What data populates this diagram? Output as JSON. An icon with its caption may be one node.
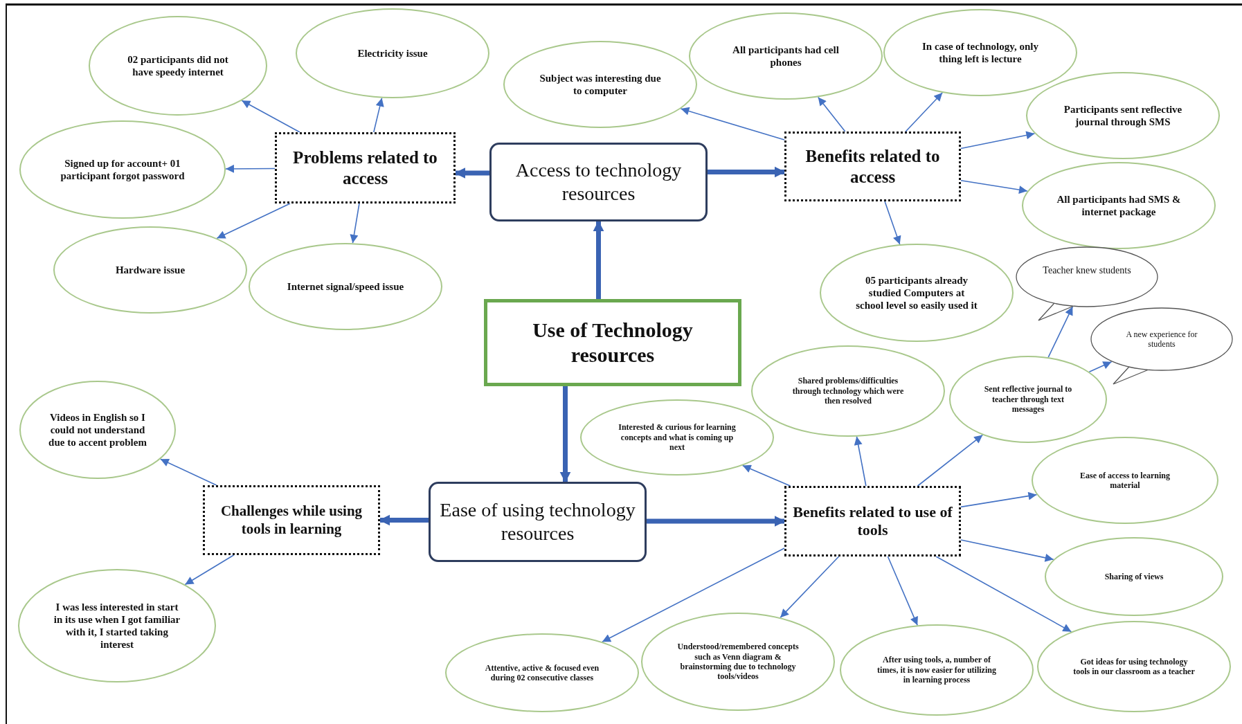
{
  "diagram": {
    "nodes": [
      {
        "text": [
          "Use of Technology resources"
        ]
      },
      {
        "text": [
          "Access to technology resources"
        ]
      },
      {
        "text": [
          "Problems related to access"
        ]
      },
      {
        "text": [
          "Benefits related to access"
        ]
      },
      {
        "text": [
          "Ease of using technology resources"
        ]
      },
      {
        "text": [
          "Challenges while using tools in learning"
        ]
      },
      {
        "text": [
          "Benefits related to use of tools"
        ]
      },
      {
        "text": [
          "02 participants did not have speedy internet"
        ]
      },
      {
        "text": [
          "Electricity issue"
        ]
      },
      {
        "text": [
          "Signed up for account+ 01 participant forgot password"
        ]
      },
      {
        "text": [
          "Hardware issue"
        ]
      },
      {
        "text": [
          "Internet signal/speed issue"
        ]
      },
      {
        "text": [
          "Subject was interesting due to computer"
        ]
      },
      {
        "text": [
          "All participants had cell phones"
        ]
      },
      {
        "text": [
          "In case of technology, only thing left is lecture"
        ]
      },
      {
        "text": [
          "Participants sent reflective journal through SMS"
        ]
      },
      {
        "text": [
          "All participants had SMS & internet package"
        ]
      },
      {
        "text": [
          "05 participants already studied Computers at school level so easily used it"
        ]
      },
      {
        "text": [
          "Teacher knew students"
        ]
      },
      {
        "text": [
          "A new experience for students"
        ]
      },
      {
        "text": [
          "Interested & curious for learning concepts and what is coming up next"
        ]
      },
      {
        "text": [
          "Shared problems/difficulties through technology which were then resolved"
        ]
      },
      {
        "text": [
          "Sent reflective journal to teacher through text messages"
        ]
      },
      {
        "text": [
          "Ease of access to learning material"
        ]
      },
      {
        "text": [
          "Sharing of views"
        ]
      },
      {
        "text": [
          "Attentive, active & focused even during 02 consecutive classes"
        ]
      },
      {
        "text": [
          "Understood/remembered concepts such as Venn diagram & brainstorming due to technology tools/videos"
        ]
      },
      {
        "text": [
          "After using tools, a, number of times, it is now easier for utilizing in learning process"
        ]
      },
      {
        "text": [
          "Got ideas for using technology tools in our classroom as a teacher"
        ]
      },
      {
        "text": [
          "Videos in English so I could not understand due to accent problem"
        ]
      },
      {
        "text": [
          "I was less interested in start in its use when I got familiar with it, I started taking interest"
        ]
      }
    ],
    "edges": [
      {
        "from": 0,
        "to": 1,
        "arrow": "to",
        "style": "thick"
      },
      {
        "from": 0,
        "to": 4,
        "arrow": "to",
        "style": "thick"
      },
      {
        "from": 1,
        "to": 2,
        "arrow": "to",
        "style": "thick"
      },
      {
        "from": 1,
        "to": 3,
        "arrow": "to",
        "style": "thick"
      },
      {
        "from": 4,
        "to": 5,
        "arrow": "to",
        "style": "thick"
      },
      {
        "from": 4,
        "to": 6,
        "arrow": "to",
        "style": "thick"
      },
      {
        "from": 2,
        "to": 7,
        "arrow": "to"
      },
      {
        "from": 2,
        "to": 8,
        "arrow": "to"
      },
      {
        "from": 2,
        "to": 9,
        "arrow": "to"
      },
      {
        "from": 2,
        "to": 10,
        "arrow": "to"
      },
      {
        "from": 2,
        "to": 11,
        "arrow": "to"
      },
      {
        "from": 3,
        "to": 12,
        "arrow": "to"
      },
      {
        "from": 3,
        "to": 13,
        "arrow": "to"
      },
      {
        "from": 3,
        "to": 14,
        "arrow": "to"
      },
      {
        "from": 3,
        "to": 15,
        "arrow": "to"
      },
      {
        "from": 3,
        "to": 16,
        "arrow": "to"
      },
      {
        "from": 3,
        "to": 17,
        "arrow": "to"
      },
      {
        "from": 22,
        "to": 18,
        "arrow": "to"
      },
      {
        "from": 22,
        "to": 19,
        "arrow": "to"
      },
      {
        "from": 6,
        "to": 20,
        "arrow": "to"
      },
      {
        "from": 6,
        "to": 21,
        "arrow": "to"
      },
      {
        "from": 6,
        "to": 22,
        "arrow": "to"
      },
      {
        "from": 6,
        "to": 23,
        "arrow": "to"
      },
      {
        "from": 6,
        "to": 24,
        "arrow": "to"
      },
      {
        "from": 6,
        "to": 25,
        "arrow": "to"
      },
      {
        "from": 6,
        "to": 26,
        "arrow": "to"
      },
      {
        "from": 6,
        "to": 27,
        "arrow": "to"
      },
      {
        "from": 6,
        "to": 28,
        "arrow": "to"
      },
      {
        "from": 5,
        "to": 29,
        "arrow": "to"
      },
      {
        "from": 5,
        "to": 30,
        "arrow": "to"
      }
    ]
  }
}
